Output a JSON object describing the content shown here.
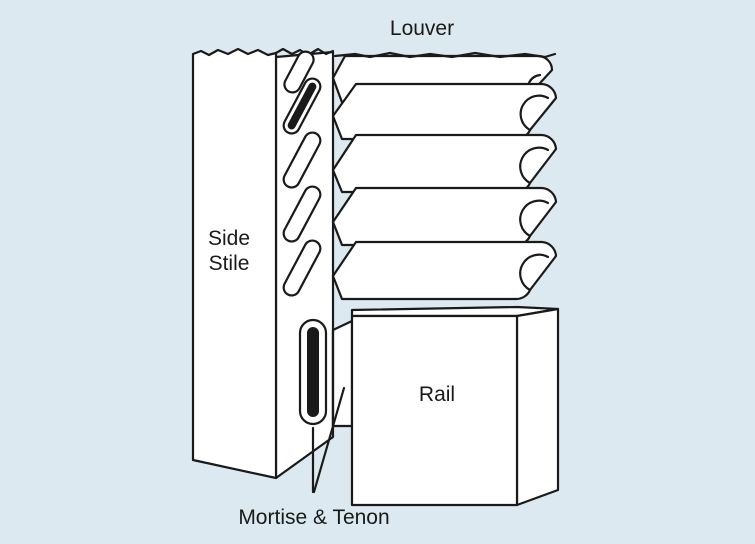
{
  "labels": {
    "louver": "Louver",
    "side_stile_line1": "Side",
    "side_stile_line2": "Stile",
    "rail": "Rail",
    "mortise_tenon": "Mortise & Tenon"
  },
  "colors": {
    "background": "#dde9f0",
    "fill": "#ffffff",
    "outline": "#1a1a1a"
  }
}
